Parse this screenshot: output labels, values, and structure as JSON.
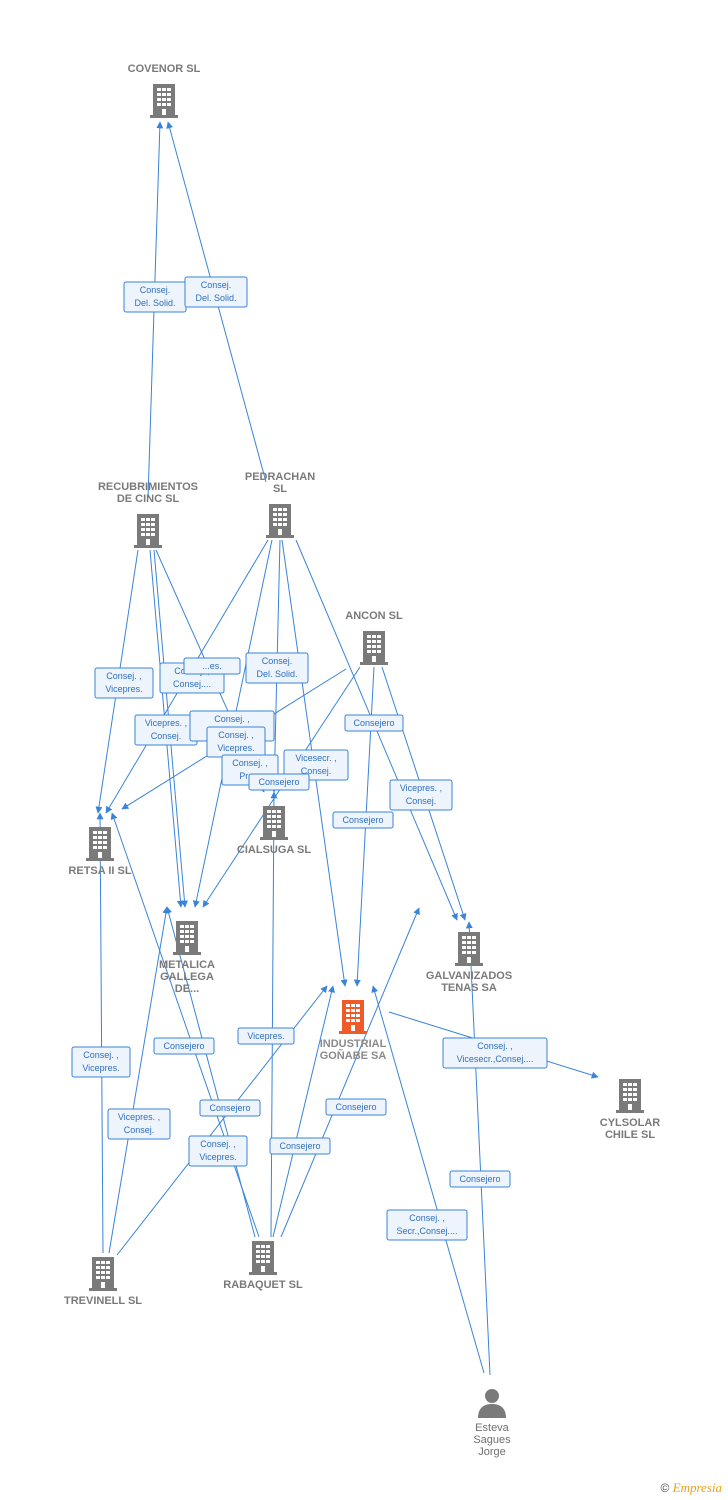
{
  "colors": {
    "edge": "#3a84d8",
    "node": "#7a7a7a",
    "focus_node": "#f05a28",
    "label": "#7a7a7a"
  },
  "nodes": [
    {
      "id": "covenor",
      "type": "company",
      "label_lines": [
        "COVENOR SL"
      ],
      "icon": "building-icon"
    },
    {
      "id": "recubrimientos",
      "type": "company",
      "label_lines": [
        "RECUBRIMIENTOS",
        "DE CINC SL"
      ],
      "icon": "building-icon"
    },
    {
      "id": "pedrachan",
      "type": "company",
      "label_lines": [
        "PEDRACHAN",
        "SL"
      ],
      "icon": "building-icon"
    },
    {
      "id": "ancon",
      "type": "company",
      "label_lines": [
        "ANCON SL"
      ],
      "icon": "building-icon"
    },
    {
      "id": "retsa",
      "type": "company",
      "label_lines": [
        "RETSA II SL"
      ],
      "icon": "building-icon"
    },
    {
      "id": "cialsuga",
      "type": "company",
      "label_lines": [
        "CIALSUGA SL"
      ],
      "icon": "building-icon"
    },
    {
      "id": "metalica",
      "type": "company",
      "label_lines": [
        "METALICA",
        "GALLEGA",
        "DE..."
      ],
      "icon": "building-icon"
    },
    {
      "id": "galvanizados",
      "type": "company",
      "label_lines": [
        "GALVANIZADOS",
        "TENAS SA"
      ],
      "icon": "building-icon"
    },
    {
      "id": "industrial",
      "type": "focus",
      "label_lines": [
        "INDUSTRIAL",
        "GOÑABE SA"
      ],
      "icon": "building-icon"
    },
    {
      "id": "cylsolar",
      "type": "company",
      "label_lines": [
        "CYLSOLAR",
        "CHILE SL"
      ],
      "icon": "building-icon"
    },
    {
      "id": "trevinell",
      "type": "company",
      "label_lines": [
        "TREVINELL SL"
      ],
      "icon": "building-icon"
    },
    {
      "id": "rabaquet",
      "type": "company",
      "label_lines": [
        "RABAQUET SL"
      ],
      "icon": "building-icon"
    },
    {
      "id": "esteva",
      "type": "person",
      "label_lines": [
        "Esteva",
        "Sagues",
        "Jorge"
      ],
      "icon": "person-icon"
    }
  ],
  "edge_labels": [
    [
      "Consej.",
      "Del. Solid."
    ],
    [
      "Consej.",
      "Del. Solid."
    ],
    [
      "Consej. ,",
      "Vicepres."
    ],
    [
      "Consej. ,",
      "Consej...."
    ],
    [
      "...es."
    ],
    [
      "Consej.",
      "Del. Solid."
    ],
    [
      "Vicepres. ,",
      "Consej."
    ],
    [
      "Consej. ,",
      "Se..."
    ],
    [
      "Consej. ,",
      "Vicepres."
    ],
    [
      "Consej. ,",
      "Pre..."
    ],
    [
      "Vicesecr. ,",
      "Consej."
    ],
    [
      "Consejero"
    ],
    [
      "Consejero"
    ],
    [
      "Consejero"
    ],
    [
      "Vicepres. ,",
      "Consej."
    ],
    [
      "Consej. ,",
      "Vicepres."
    ],
    [
      "Consejero"
    ],
    [
      "Vicepres."
    ],
    [
      "Vicepres. ,",
      "Consej."
    ],
    [
      "Consejero"
    ],
    [
      "Consej. ,",
      "Vicepres."
    ],
    [
      "Consejero"
    ],
    [
      "Consejero"
    ],
    [
      "Consej. ,",
      "Vicesecr.,Consej...."
    ],
    [
      "Consejero"
    ],
    [
      "Consej. ,",
      "Secr.,Consej...."
    ]
  ],
  "footer": {
    "copyright_symbol": "©",
    "brand": "Empresia"
  }
}
